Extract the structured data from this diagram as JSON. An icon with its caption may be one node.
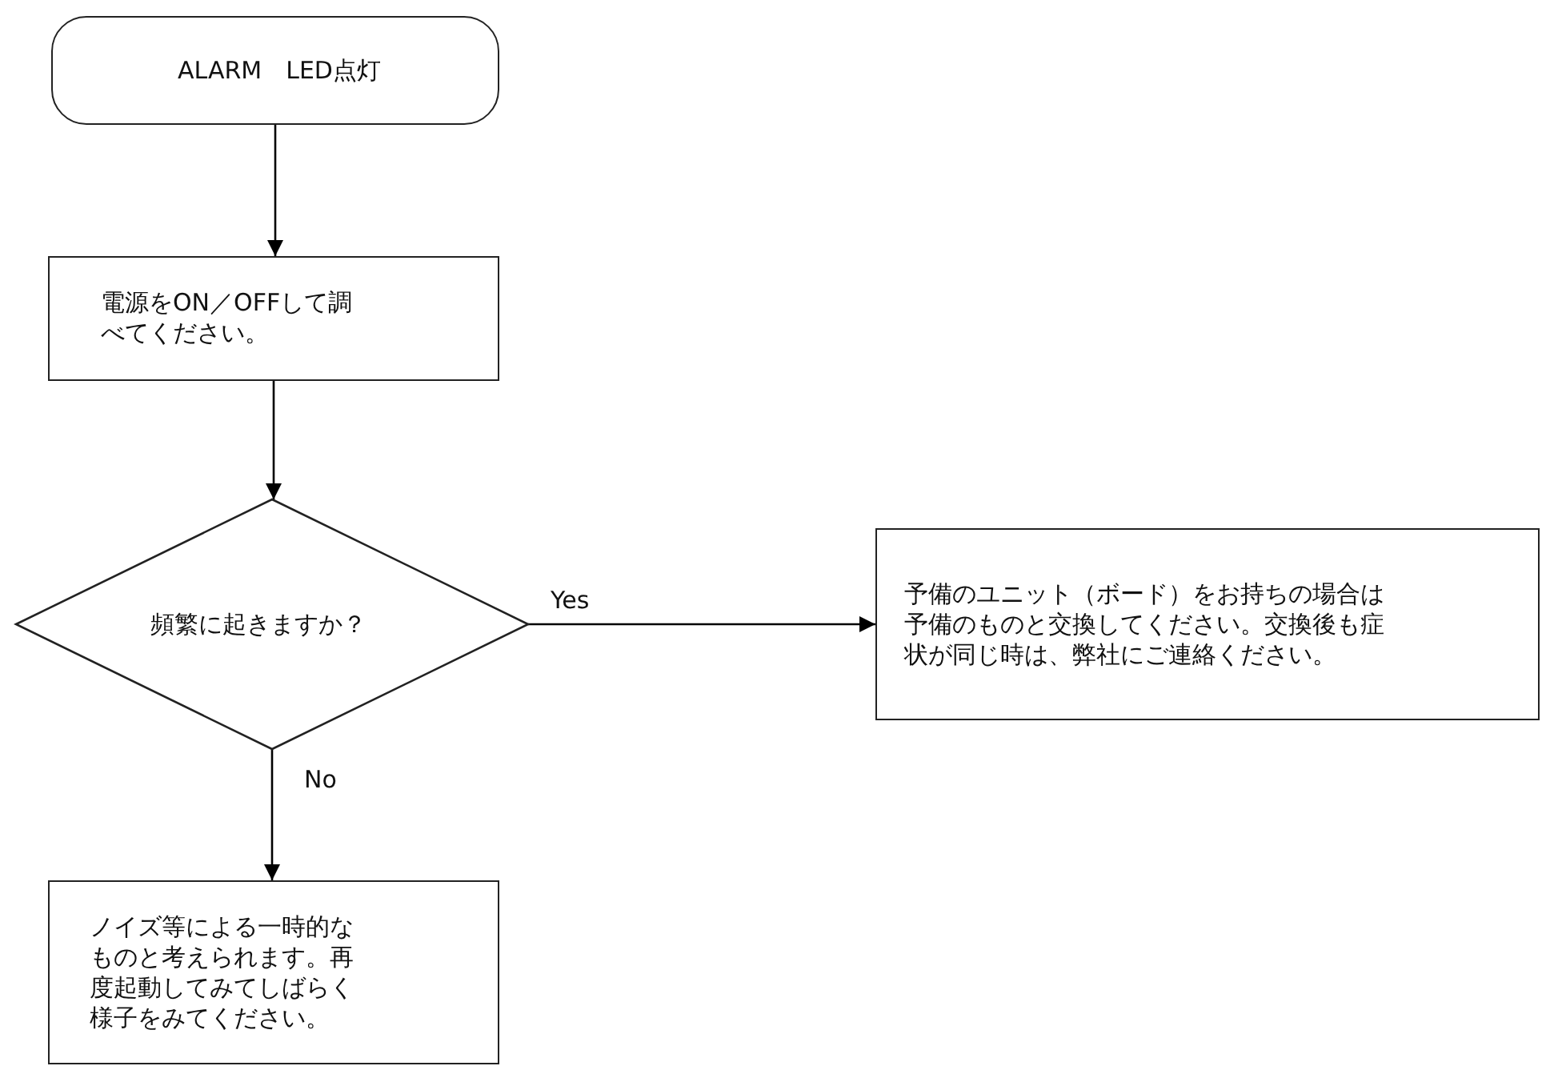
{
  "diagram": {
    "nodes": [
      {
        "text": [
          "ALARM　LED点灯"
        ]
      },
      {
        "text": [
          "電源をON／OFFして調べてください。"
        ]
      },
      {
        "text": [
          "頻繁に起きますか？"
        ]
      },
      {
        "text": [
          "予備のユニット（ボード）をお持ちの場合は予備のものと交換してください。交換後も症状が同じ時は、弊社にご連絡ください。"
        ]
      },
      {
        "text": [
          "ノイズ等による一時的なものと考えられます。再度起動してみてしばらく様子をみてください。"
        ]
      }
    ],
    "edges": [
      {
        "from": 0,
        "to": 1,
        "arrow": "to"
      },
      {
        "from": 1,
        "to": 2,
        "arrow": "to"
      },
      {
        "from": 2,
        "to": 3,
        "arrow": "to",
        "label": "Yes"
      },
      {
        "from": 2,
        "to": 4,
        "arrow": "to",
        "label": "No"
      }
    ]
  }
}
